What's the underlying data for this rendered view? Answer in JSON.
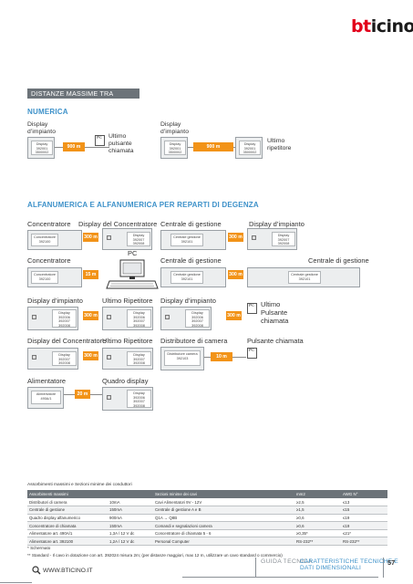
{
  "brand": {
    "logo_text_prefix": "bt",
    "logo_text_rest": "icino",
    "accent": "#e2001a"
  },
  "section_title": "DISTANZE MASSIME TRA COMPONENTI",
  "numerica": {
    "heading": "NUMERICA",
    "left": {
      "label": "Display d’impianto",
      "device_text": [
        "Display",
        "392001",
        "3500002"
      ],
      "distance": "900 m",
      "pc": "Pc",
      "end_label": "Ultimo pulsante chiamata"
    },
    "right": {
      "label": "Display d’impianto",
      "device_a_text": [
        "Display",
        "392001",
        "3500002"
      ],
      "distance": "900 m",
      "device_b_text": [
        "Display",
        "392001",
        "3500002"
      ],
      "end_label": "Ultimo ripetitore"
    }
  },
  "alfanumerica": {
    "heading": "ALFANUMERICA E ALFANUMERICA PER REPARTI DI DEGENZA",
    "row1": {
      "conc_label": "Concentratore",
      "conc_device": [
        "Concentratore",
        "392100"
      ],
      "disp_conc_label": "Display del Concentratore",
      "disp_device": [
        "Display",
        "392007",
        "392008"
      ],
      "dist_a": "300 m",
      "cg_label": "Centrale di gestione",
      "cg_device": [
        "Centrale gestione",
        "392101"
      ],
      "disp_imp_label": "Display d’impianto",
      "disp_imp_device": [
        "Display",
        "392007",
        "392008"
      ],
      "dist_b": "300 m"
    },
    "row2": {
      "conc_label": "Concentratore",
      "conc_device": [
        "Concentratore",
        "392100"
      ],
      "dist_a": "15 m",
      "pc_label": "PC",
      "cg_label": "Centrale di gestione",
      "cg_device": [
        "Centrale gestione",
        "392101"
      ],
      "dist_b": "300 m",
      "cg2_label": "Centrale di gestione",
      "cg2_device": [
        "Centrale gestione",
        "392101"
      ]
    },
    "row3": {
      "disp_label": "Display d’impianto",
      "disp_device": [
        "Display",
        "392006",
        "392007",
        "392008"
      ],
      "dist_a": "300 m",
      "rip_label": "Ultimo Ripetitore",
      "rip_device": [
        "Display",
        "392006",
        "392007",
        "392008"
      ],
      "disp2_label": "Display d’impianto",
      "disp2_device": [
        "Display",
        "392006",
        "392007",
        "392008"
      ],
      "dist_b": "300 m",
      "pc": "Pc",
      "end_label": "Ultimo Pulsante chiamata"
    },
    "row4": {
      "disp_conc_label": "Display del Concentratore",
      "disp_device": [
        "Display",
        "392007",
        "392008"
      ],
      "dist_a": "300 m",
      "rip_label": "Ultimo Ripetitore",
      "rip_device": [
        "Display",
        "392007",
        "392008"
      ],
      "distrib_label": "Distributore di camera",
      "distrib_device": [
        "Distributore camera",
        "392103"
      ],
      "dist_b": "10 m",
      "call_label": "Pulsante chiamata",
      "pc": "Pc"
    },
    "row5": {
      "alim_label": "Alimentatore",
      "alim_device": [
        "Alimentatore",
        "490A/1"
      ],
      "dist_a": "20 m",
      "quadro_label": "Quadro display",
      "quadro_device": [
        "Display",
        "392006",
        "392007",
        "392008"
      ]
    }
  },
  "table": {
    "caption": "Assorbimenti massimi e Sezioni minime dei conduttori",
    "headers": [
      "Assorbimenti massimi",
      "",
      "Sezioni minime dei cavi",
      "mm2",
      "AWG N°"
    ],
    "rows": [
      [
        "Distributori di camera",
        "10mA",
        "Cavi Alimentatori 9V - 12V",
        "≥2,5",
        "≤13"
      ],
      [
        "Centrale di gestione",
        "150mA",
        "Centrale di gestione A e B",
        "≥1,5",
        "≤15"
      ],
      [
        "Quadro display alfanumerico",
        "900mA",
        "Q1A → Q8B",
        "≥0,6",
        "≤19"
      ],
      [
        "Concentratore di chiamata",
        "150mA",
        "Comandi e segnalazioni camera",
        "≥0,6",
        "≤19"
      ],
      [
        "Alimentatore art. 490A/1",
        "1,3A / 12 V dc",
        "Concentratore di chiamata 5 - 6",
        "≥0,35*",
        "≤21*"
      ],
      [
        "Alimentatore art. 392100",
        "1,2A / 12 V dc",
        "Personal Computer",
        "RS-232**",
        "RS-232**"
      ]
    ],
    "note1": "* Schermato",
    "note2": "** Standard - Il cavo in dotazione con art. 392024 misura 2m; (per distanze maggiori, max 12 m, utilizzare un cavo standard o commercio)"
  },
  "footer": {
    "url": "WWW.BTICINO.IT",
    "left_title": "GUIDA TECNICA",
    "right_title": "CARATTERISTICHE TECNICHE E DATI DIMENSIONALI",
    "page": "57"
  }
}
